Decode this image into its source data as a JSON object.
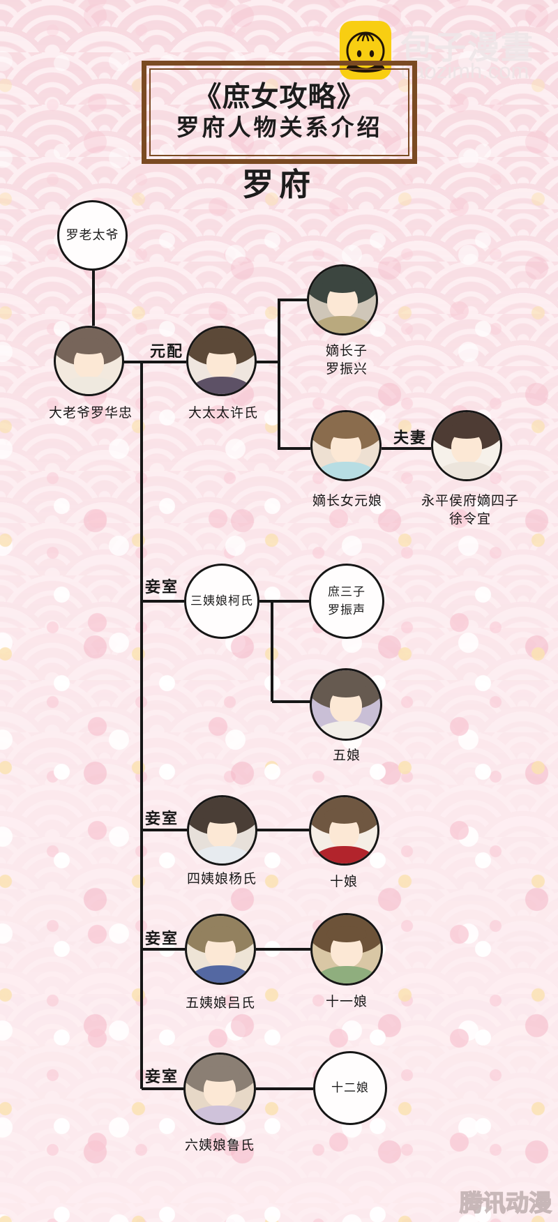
{
  "colors": {
    "background_pink": "#fdeef1",
    "pattern_pink": "#f3c9d3",
    "line_black": "#161616",
    "frame_brown": "#7a4a22",
    "logo_yellow": "#f8ce12",
    "text_black": "#1c1c1c"
  },
  "logo": {
    "icon": "baozi-bun-icon",
    "name": "包子漫畫",
    "domain": "baozimh.com"
  },
  "header": {
    "book_title": "《庶女攻略》",
    "subtitle": "罗府人物关系介绍",
    "family_heading": "罗府"
  },
  "relations": {
    "yuanpei": "元配",
    "fuqi": "夫妻",
    "qieshi": "妾室"
  },
  "members": {
    "laotaiye": {
      "label": "罗老太爷"
    },
    "dalaoye": {
      "label": "大老爷罗华忠"
    },
    "dataitai": {
      "label": "大太太许氏"
    },
    "dizhangzi": {
      "line1": "嫡长子",
      "line2": "罗振兴"
    },
    "dizhangnv": {
      "label": "嫡长女元娘"
    },
    "xulingyi": {
      "line1": "永平侯府嫡四子",
      "line2": "徐令宜"
    },
    "sanyiniang": {
      "label": "三姨娘柯氏"
    },
    "shusanzi": {
      "line1": "庶三子",
      "line2": "罗振声"
    },
    "wuniang": {
      "label": "五娘"
    },
    "siyiniang": {
      "label": "四姨娘杨氏"
    },
    "shiniang": {
      "label": "十娘"
    },
    "wuyiniang": {
      "label": "五姨娘吕氏"
    },
    "shiyiniang": {
      "label": "十一娘"
    },
    "liuyiniang": {
      "label": "六姨娘鲁氏"
    },
    "shierniang": {
      "label": "十二娘"
    }
  },
  "watermark": "腾讯动漫"
}
